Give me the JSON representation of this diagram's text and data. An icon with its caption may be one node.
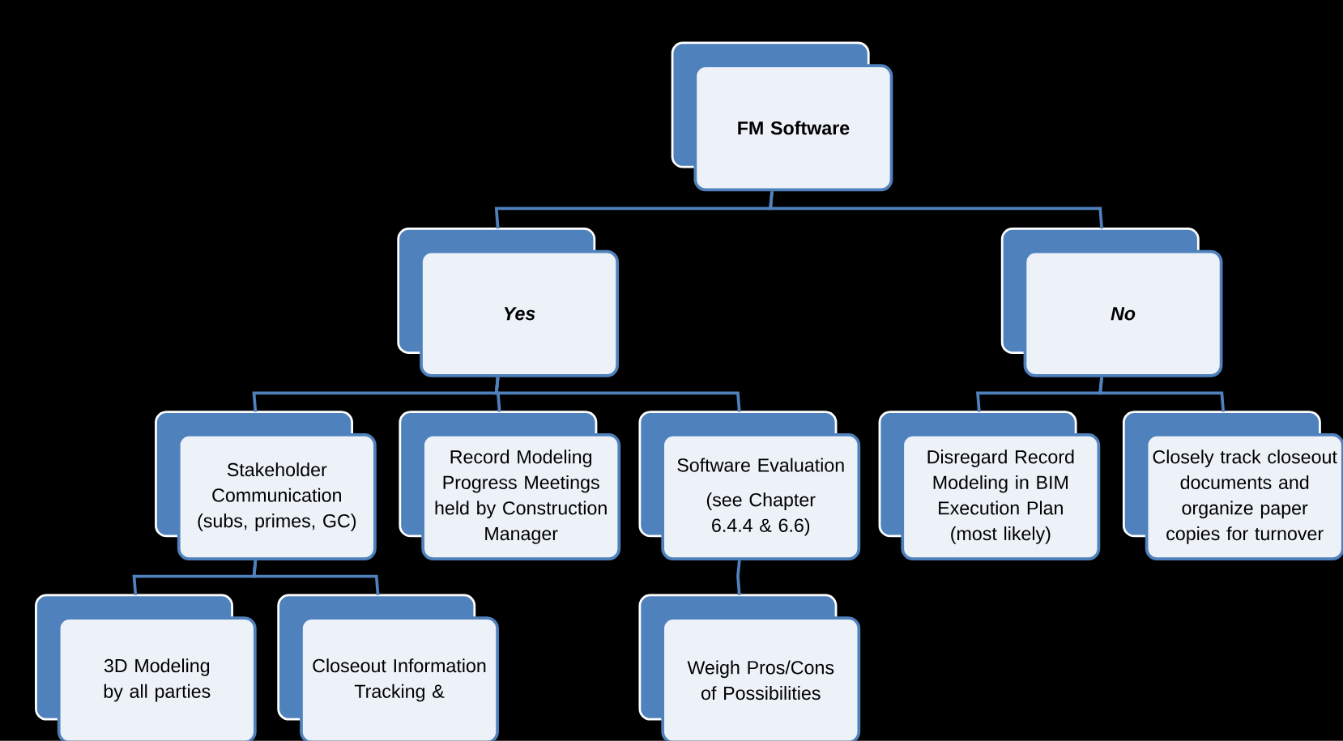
{
  "diagram": {
    "nodes": [
      {
        "text": [
          "FM Software"
        ]
      },
      {
        "text": [
          "Yes"
        ]
      },
      {
        "text": [
          "No"
        ]
      },
      {
        "text": [
          "Stakeholder Communication (subs, primes, GC)"
        ]
      },
      {
        "text": [
          "Record Modeling Progress Meetings held by Construction Manager"
        ]
      },
      {
        "text": [
          "Software Evaluation",
          "(see Chapter 6.4.4 & 6.6)"
        ]
      },
      {
        "text": [
          "Disregard Record Modeling in BIM Execution Plan (most likely)"
        ]
      },
      {
        "text": [
          "Closely track closeout documents and organize paper copies for turnover"
        ]
      },
      {
        "text": [
          "3D Modeling by all parties"
        ]
      },
      {
        "text": [
          "Closeout Information Tracking &"
        ]
      },
      {
        "text": [
          "Weigh Pros/Cons of Possibilities"
        ]
      }
    ],
    "edges": [
      {
        "from": 0,
        "to": 1,
        "arrow": "none"
      },
      {
        "from": 0,
        "to": 2,
        "arrow": "none"
      },
      {
        "from": 1,
        "to": 3,
        "arrow": "none"
      },
      {
        "from": 1,
        "to": 4,
        "arrow": "none"
      },
      {
        "from": 1,
        "to": 5,
        "arrow": "none"
      },
      {
        "from": 2,
        "to": 6,
        "arrow": "none"
      },
      {
        "from": 2,
        "to": 7,
        "arrow": "none"
      },
      {
        "from": 3,
        "to": 8,
        "arrow": "none"
      },
      {
        "from": 3,
        "to": 9,
        "arrow": "none"
      },
      {
        "from": 5,
        "to": 10,
        "arrow": "none"
      }
    ]
  }
}
